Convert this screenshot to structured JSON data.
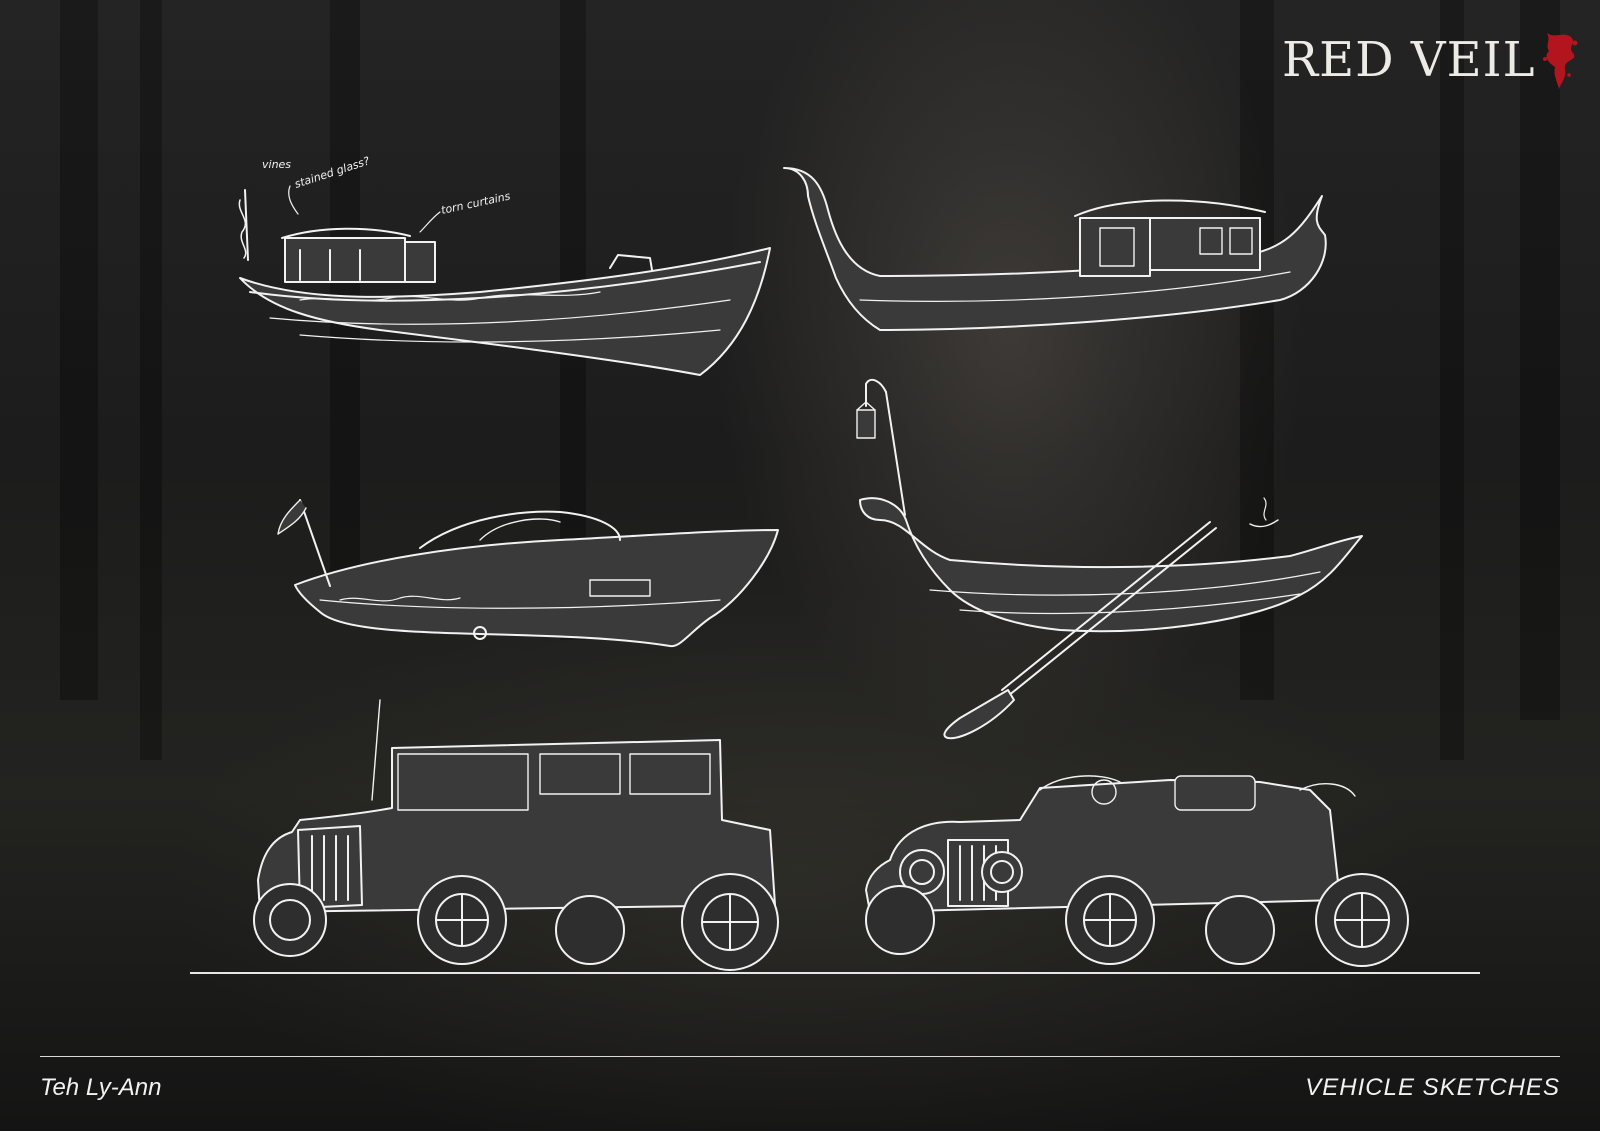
{
  "logo": {
    "text": "RED VEIL",
    "accent_color": "#b3151f",
    "mark_icon": "red-ink-splatter-icon"
  },
  "annotations": [
    "vines",
    "stained glass?",
    "torn curtains"
  ],
  "footer": {
    "author": "Teh Ly-Ann",
    "title": "VEHICLE SKETCHES"
  },
  "colors": {
    "background": "#1c1c1c",
    "sketch_line": "#f2f2f2",
    "sketch_fill": "#3a3a3a",
    "text": "#f2f2f2"
  }
}
